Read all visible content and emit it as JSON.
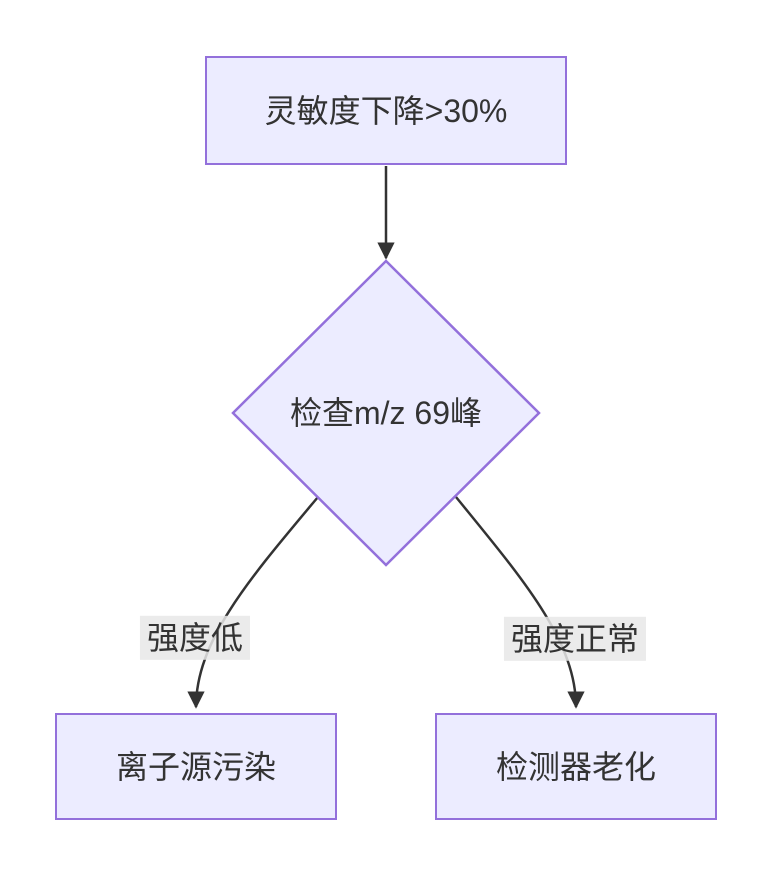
{
  "flowchart": {
    "nodes": {
      "start": {
        "label": "灵敏度下降>30%",
        "shape": "rect"
      },
      "decision": {
        "label": "检查m/z 69峰",
        "shape": "diamond"
      },
      "outcome_left": {
        "label": "离子源污染",
        "shape": "rect"
      },
      "outcome_right": {
        "label": "检测器老化",
        "shape": "rect"
      }
    },
    "edge_labels": {
      "left": "强度低",
      "right": "强度正常"
    },
    "colors": {
      "node_fill": "#ECECFF",
      "node_border": "#9370DB",
      "edge": "#333333",
      "edge_label_bg": "#e8e8e8",
      "text": "#333333",
      "background": "#ffffff"
    }
  }
}
